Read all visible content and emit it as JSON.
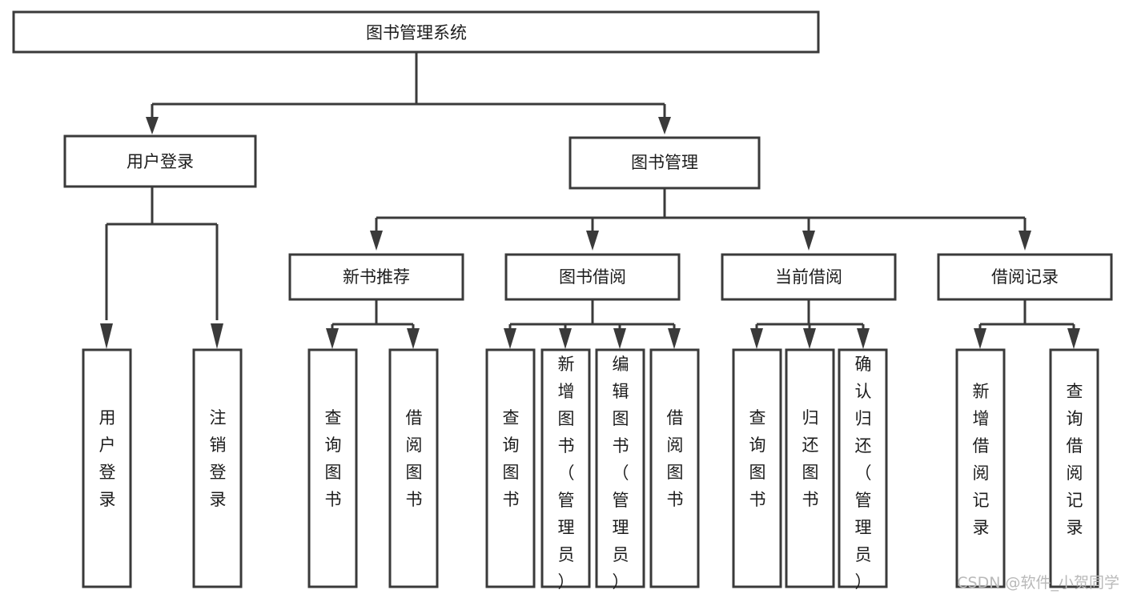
{
  "diagram": {
    "title": "图书管理系统",
    "type": "hierarchy-tree",
    "watermark": "CSDN @软件_小贺同学",
    "colors": {
      "stroke": "#3a3a3a",
      "fill": "#ffffff",
      "text": "#1c1c1c",
      "watermark": "#b9b9b9",
      "background": "#ffffff"
    },
    "levels": {
      "root_label": "图书管理系统",
      "level2": [
        {
          "id": "user-login",
          "label": "用户登录"
        },
        {
          "id": "book-management",
          "label": "图书管理"
        }
      ],
      "level3": [
        {
          "id": "new-book-recommend",
          "label": "新书推荐"
        },
        {
          "id": "book-borrow",
          "label": "图书借阅"
        },
        {
          "id": "current-borrow",
          "label": "当前借阅"
        },
        {
          "id": "borrow-record",
          "label": "借阅记录"
        }
      ],
      "leaves": {
        "user-login": [
          {
            "id": "leaf-user-login",
            "label": "用户登录"
          },
          {
            "id": "leaf-user-logout",
            "label": "注销登录"
          }
        ],
        "new-book-recommend": [
          {
            "id": "leaf-query-book-1",
            "label": "查询图书"
          },
          {
            "id": "leaf-borrow-book-1",
            "label": "借阅图书"
          }
        ],
        "book-borrow": [
          {
            "id": "leaf-query-book-2",
            "label": "查询图书"
          },
          {
            "id": "leaf-add-book",
            "label": "新增图书（管理员）"
          },
          {
            "id": "leaf-edit-book",
            "label": "编辑图书（管理员）"
          },
          {
            "id": "leaf-borrow-book-2",
            "label": "借阅图书"
          }
        ],
        "current-borrow": [
          {
            "id": "leaf-query-book-3",
            "label": "查询图书"
          },
          {
            "id": "leaf-return-book",
            "label": "归还图书"
          },
          {
            "id": "leaf-confirm-return",
            "label": "确认归还（管理员）"
          }
        ],
        "borrow-record": [
          {
            "id": "leaf-add-record",
            "label": "新增借阅记录"
          },
          {
            "id": "leaf-query-record",
            "label": "查询借阅记录"
          }
        ]
      }
    }
  },
  "chart_data": {
    "type": "table",
    "title": "图书管理系统",
    "nodes": [
      {
        "level": 1,
        "label": "图书管理系统",
        "parent": null
      },
      {
        "level": 2,
        "label": "用户登录",
        "parent": "图书管理系统"
      },
      {
        "level": 2,
        "label": "图书管理",
        "parent": "图书管理系统"
      },
      {
        "level": 3,
        "label": "用户登录",
        "parent": "用户登录"
      },
      {
        "level": 3,
        "label": "注销登录",
        "parent": "用户登录"
      },
      {
        "level": 3,
        "label": "新书推荐",
        "parent": "图书管理"
      },
      {
        "level": 3,
        "label": "图书借阅",
        "parent": "图书管理"
      },
      {
        "level": 3,
        "label": "当前借阅",
        "parent": "图书管理"
      },
      {
        "level": 3,
        "label": "借阅记录",
        "parent": "图书管理"
      },
      {
        "level": 4,
        "label": "查询图书",
        "parent": "新书推荐"
      },
      {
        "level": 4,
        "label": "借阅图书",
        "parent": "新书推荐"
      },
      {
        "level": 4,
        "label": "查询图书",
        "parent": "图书借阅"
      },
      {
        "level": 4,
        "label": "新增图书（管理员）",
        "parent": "图书借阅"
      },
      {
        "level": 4,
        "label": "编辑图书（管理员）",
        "parent": "图书借阅"
      },
      {
        "level": 4,
        "label": "借阅图书",
        "parent": "图书借阅"
      },
      {
        "level": 4,
        "label": "查询图书",
        "parent": "当前借阅"
      },
      {
        "level": 4,
        "label": "归还图书",
        "parent": "当前借阅"
      },
      {
        "level": 4,
        "label": "确认归还（管理员）",
        "parent": "当前借阅"
      },
      {
        "level": 4,
        "label": "新增借阅记录",
        "parent": "借阅记录"
      },
      {
        "level": 4,
        "label": "查询借阅记录",
        "parent": "借阅记录"
      }
    ]
  }
}
